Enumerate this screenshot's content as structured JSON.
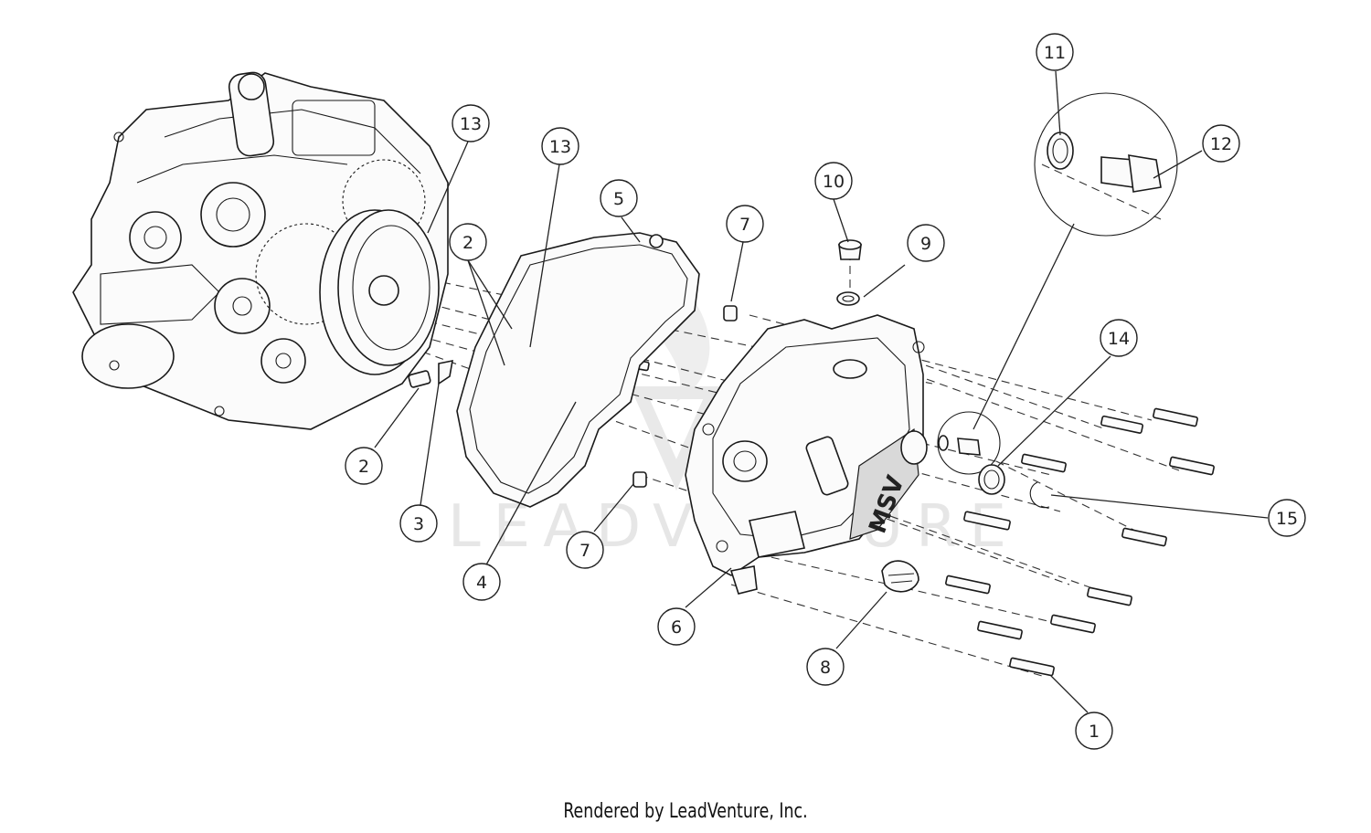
{
  "watermark": "LEADVENTURE",
  "footer": "Rendered by LeadVenture, Inc.",
  "callouts": [
    "13",
    "13",
    "2",
    "2",
    "3",
    "4",
    "5",
    "7",
    "7",
    "10",
    "9",
    "6",
    "8",
    "1",
    "11",
    "12",
    "14",
    "15"
  ],
  "brand_text": "MSV"
}
